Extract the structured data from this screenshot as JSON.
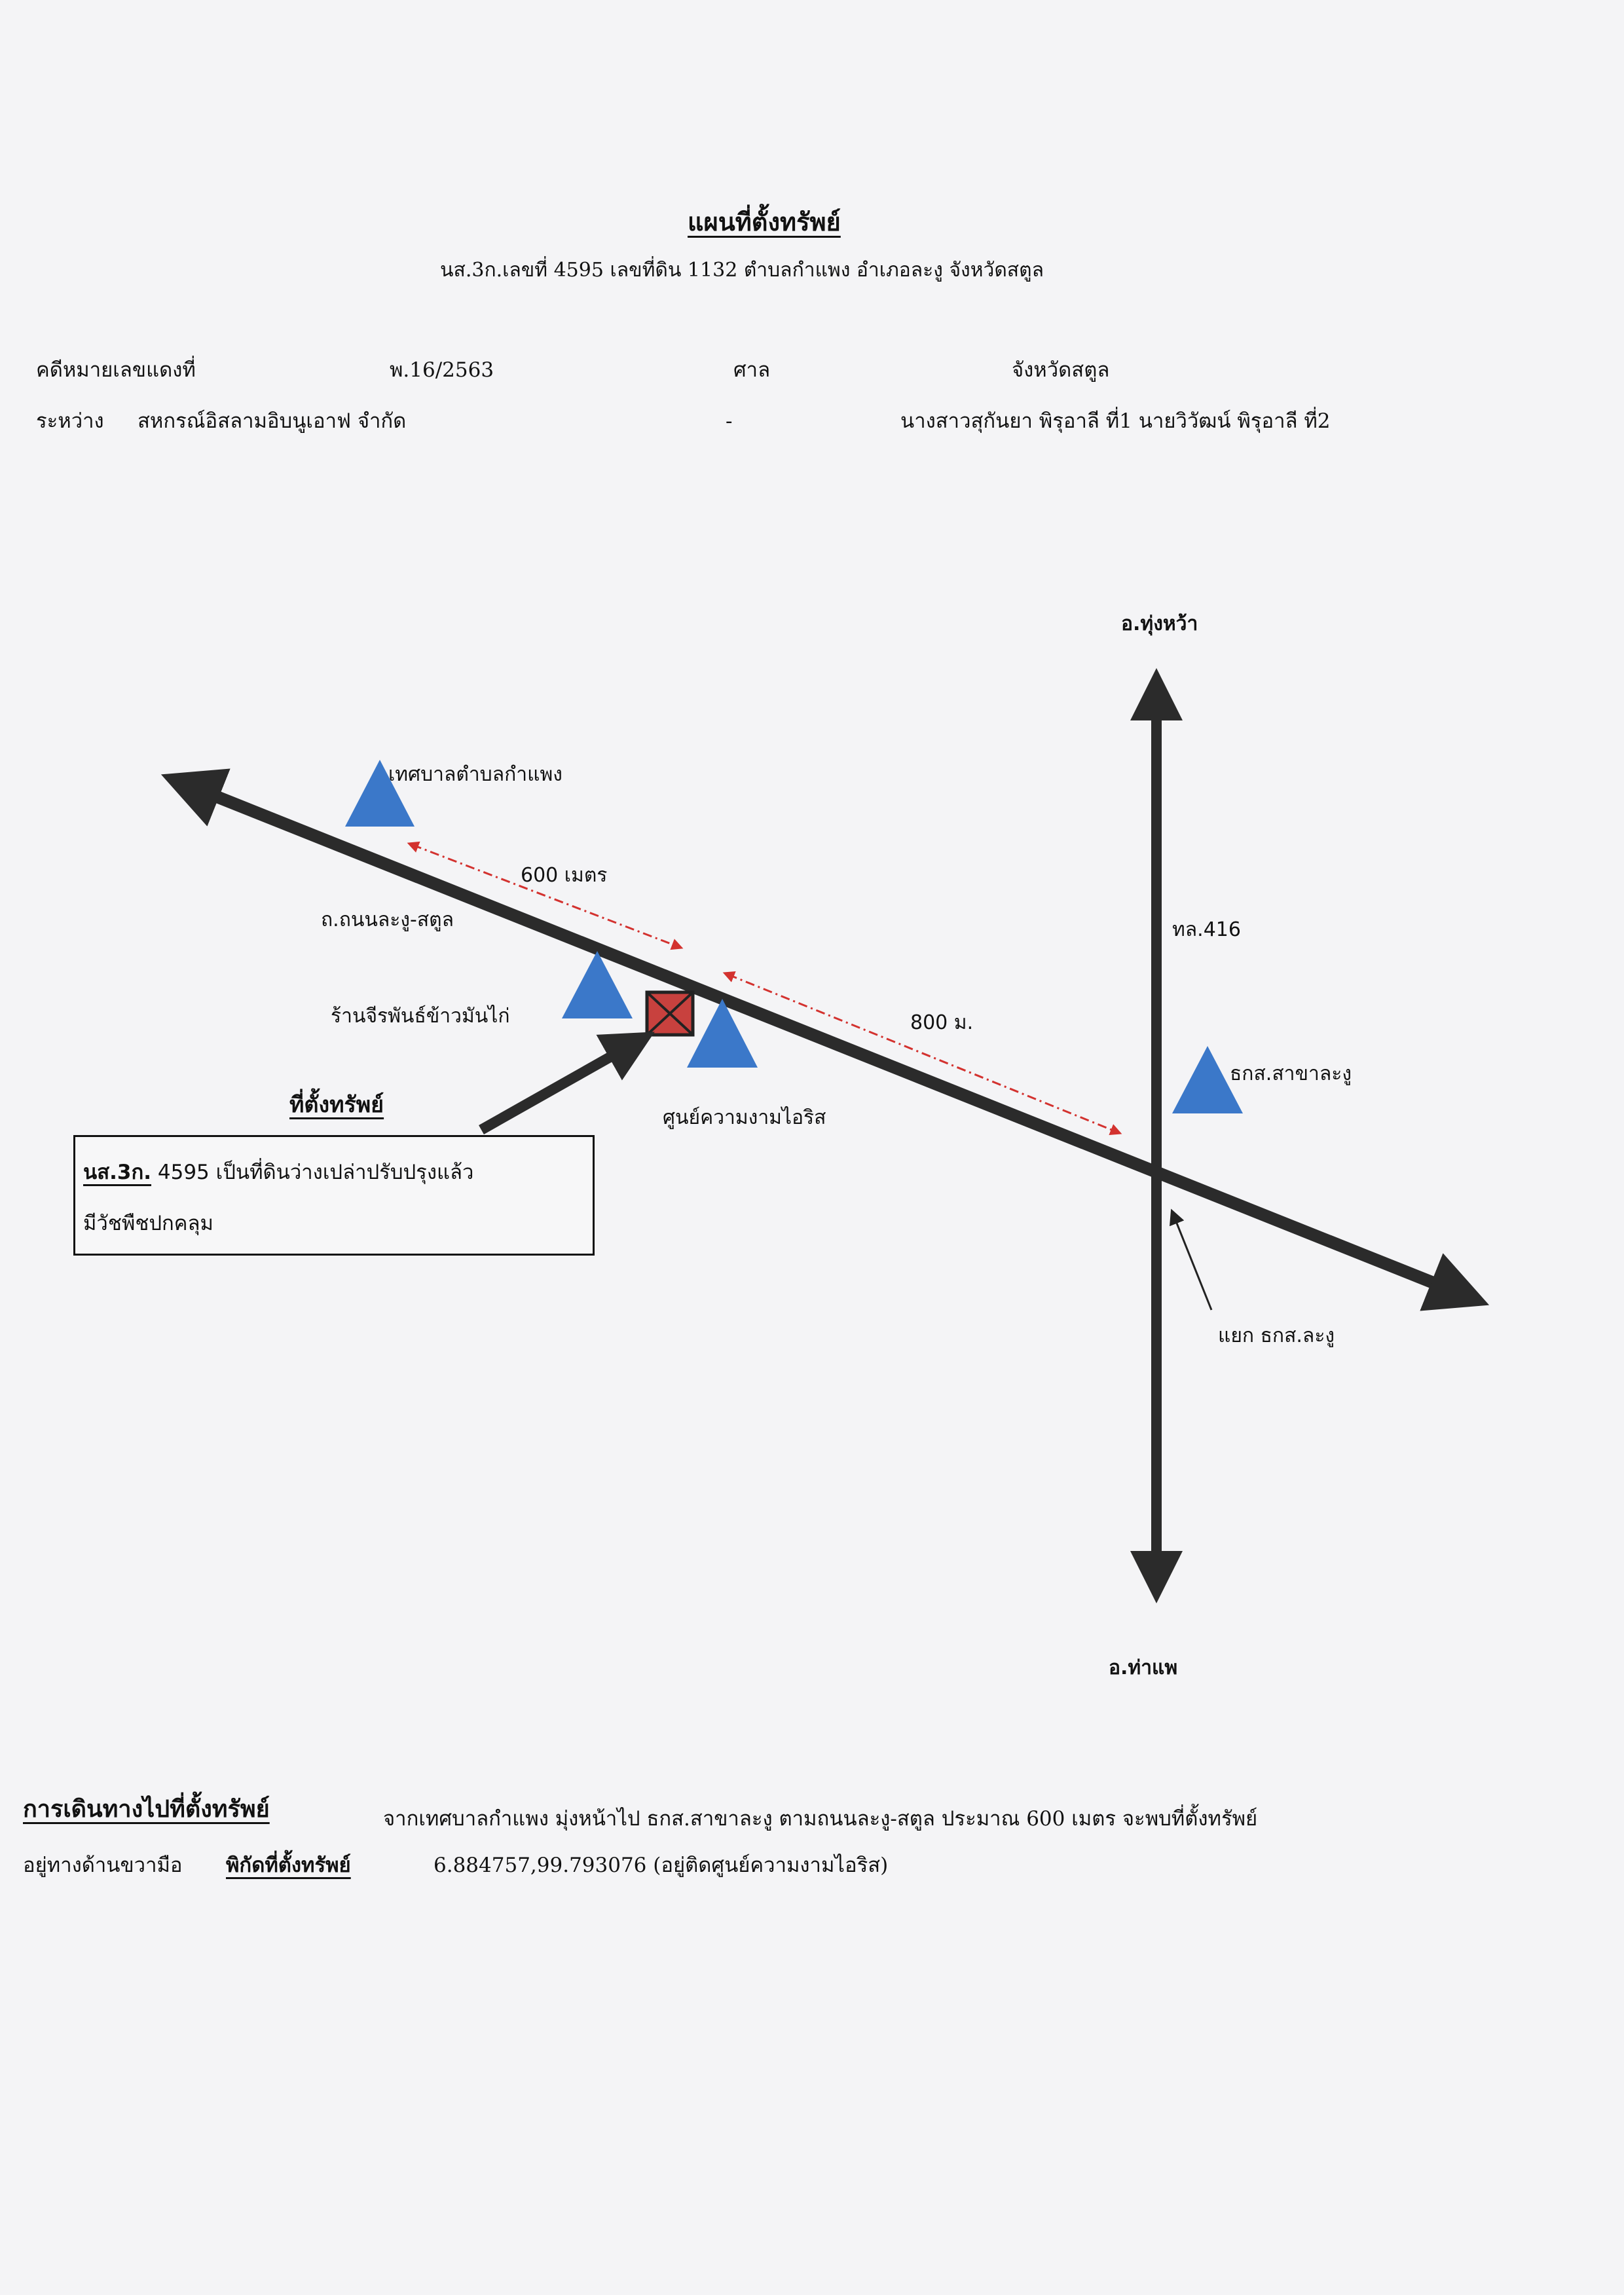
{
  "header": {
    "title": "แผนที่ตั้งทรัพย์",
    "subtitle": "นส.3ก.เลขที่ 4595 เลขที่ดิน 1132 ตำบลกำแพง อำเภอละงู จังหวัดสตูล",
    "case_label": "คดีหมายเลขแดงที่",
    "case_number": "พ.16/2563",
    "court_label": "ศาล",
    "court_name": "จังหวัดสตูล",
    "between_label": "ระหว่าง",
    "plaintiff": "สหกรณ์อิสลามอิบนูเอาฟ จำกัด",
    "separator": "-",
    "defendants": "นางสาวสุกันยา พิรุอาลี ที่1 นายวิวัฒน์ พิรุอาลี ที่2"
  },
  "map": {
    "colors": {
      "road": "#2b2b2b",
      "landmark": "#3b78c9",
      "property_fill": "#c8413e",
      "distance_line": "#d3322f"
    },
    "labels": {
      "north_destination": "อ.ทุ่งหว้า",
      "south_destination": "อ.ท่าแพ",
      "highway": "ทล.416",
      "road_name": "ถ.ถนนละงู-สตูล",
      "distance_1": "600 เมตร",
      "distance_2": "800 ม.",
      "junction": "แยก ธกส.ละงู"
    },
    "landmarks": [
      {
        "name": "เทศบาลตำบลกำแพง",
        "icon": "triangle-icon"
      },
      {
        "name": "ร้านจีรพันธ์ข้าวมันไก่",
        "icon": "triangle-icon"
      },
      {
        "name": "ศูนย์ความงามไอริส",
        "icon": "triangle-icon"
      },
      {
        "name": "ธกส.สาขาละงู",
        "icon": "triangle-icon"
      }
    ],
    "property": {
      "icon": "crossed-box-icon",
      "heading": "ที่ตั้งทรัพย์",
      "doc_label": "นส.3ก.",
      "doc_number": "4595",
      "description_1": "เป็นที่ดินว่างเปล่าปรับปรุงแล้ว",
      "description_2": "มีวัชพืชปกคลุม"
    }
  },
  "footer": {
    "directions_label": "การเดินทางไปที่ตั้งทรัพย์",
    "directions_text": "จากเทศบาลกำแพง มุ่งหน้าไป ธกส.สาขาละงู ตามถนนละงู-สตูล ประมาณ 600 เมตร จะพบที่ตั้งทรัพย์",
    "side_text": "อยู่ทางด้านขวามือ",
    "coords_label": "พิกัดที่ตั้งทรัพย์",
    "coords_text": "6.884757,99.793076 (อยู่ติดศูนย์ความงามไอริส)"
  }
}
